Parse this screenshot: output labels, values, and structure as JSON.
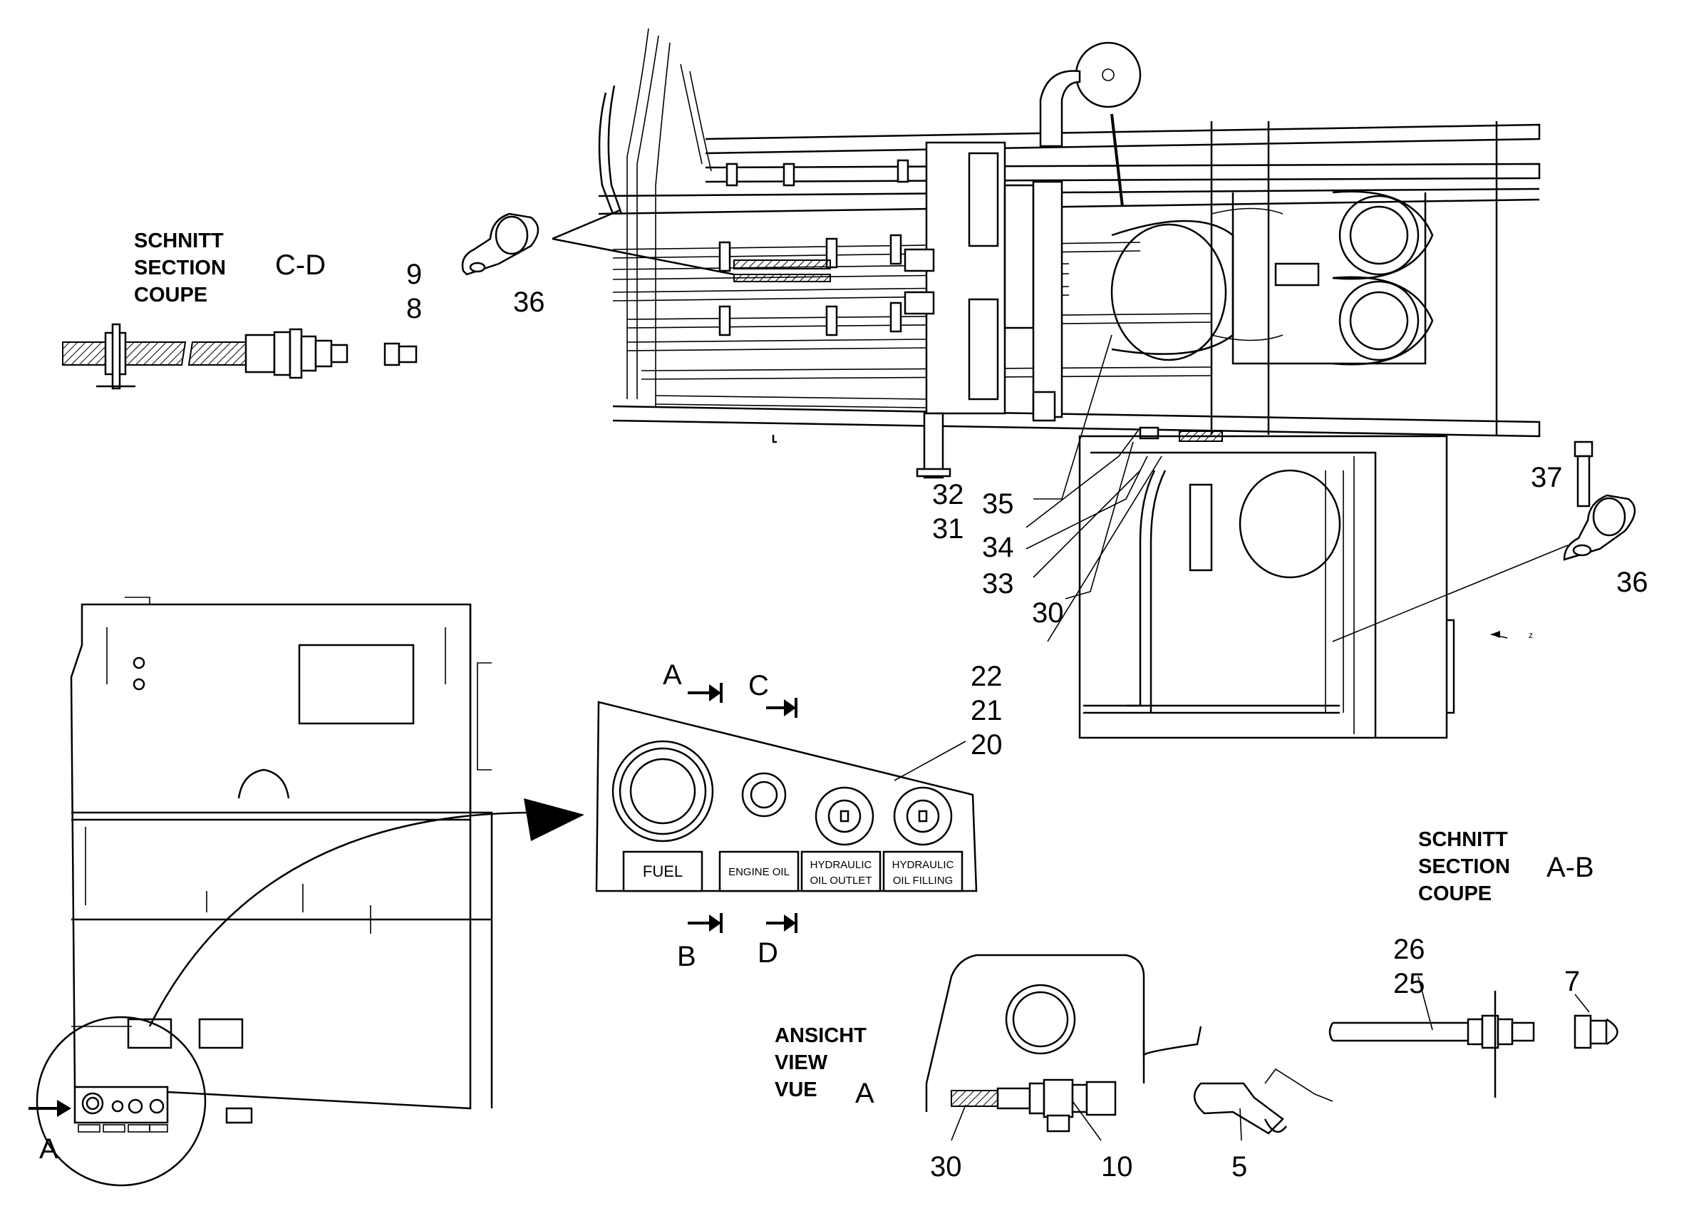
{
  "section_cd": {
    "title_lines": [
      "SCHNITT",
      "SECTION",
      "COUPE"
    ],
    "id": "C-D",
    "callouts": [
      "9",
      "8",
      "36"
    ]
  },
  "top_assembly": {
    "callouts": [
      "32",
      "35",
      "31",
      "34",
      "33",
      "30",
      "37",
      "36"
    ],
    "view_arrow": "z"
  },
  "panel": {
    "section_arrows": [
      "A",
      "C",
      "B",
      "D"
    ],
    "callouts": [
      "22",
      "21",
      "20"
    ],
    "plates": [
      "FUEL",
      "ENGINE OIL",
      "HYDRAULIC",
      "OIL OUTLET",
      "HYDRAULIC",
      "OIL FILLING"
    ]
  },
  "detail_circle": {
    "label": "A"
  },
  "section_ab": {
    "title_lines": [
      "SCHNITT",
      "SECTION",
      "COUPE"
    ],
    "id": "A-B",
    "callouts": [
      "26",
      "25",
      "7"
    ]
  },
  "view_a": {
    "title_lines": [
      "ANSICHT",
      "VIEW",
      "VUE"
    ],
    "id": "A",
    "callouts": [
      "30",
      "10",
      "5"
    ]
  }
}
